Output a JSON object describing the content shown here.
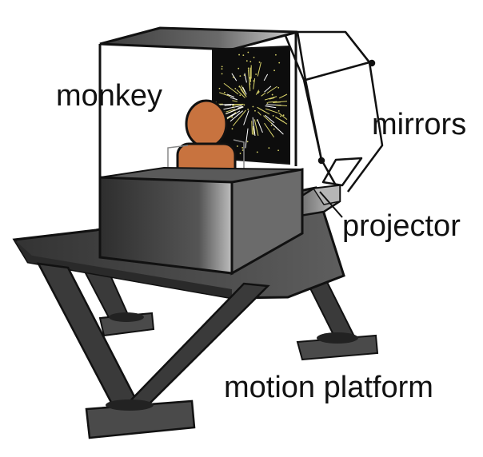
{
  "labels": {
    "monkey": "monkey",
    "mirrors": "mirrors",
    "projector": "projector",
    "motion_platform": "motion platform"
  },
  "colors": {
    "platform_dark": "#3a3a3a",
    "platform_mid": "#5b5b5b",
    "platform_light": "#8c8c8c",
    "monkey": "#c8733f",
    "screen": "#0d0d0d",
    "stars": "#d9d36a",
    "outline": "#111111"
  }
}
